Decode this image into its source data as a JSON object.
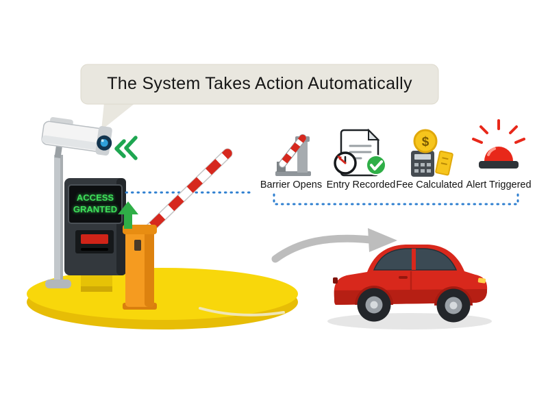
{
  "title": "The System Takes Action Automatically",
  "kiosk": {
    "screen_line1": "ACCESS",
    "screen_line2": "GRANTED"
  },
  "steps": [
    {
      "label": "Barrier Opens",
      "icon": "barrier-opens-icon"
    },
    {
      "label": "Entry Recorded",
      "icon": "entry-recorded-icon"
    },
    {
      "label": "Fee Calculated",
      "icon": "fee-calculated-icon"
    },
    {
      "label": "Alert Triggered",
      "icon": "alert-triggered-icon"
    }
  ],
  "icons": {
    "coin_symbol": "$"
  },
  "colors": {
    "platform_yellow": "#f8d70b",
    "barrier_orange": "#f59b20",
    "stripe_red": "#d6281e",
    "car_red": "#d8281c",
    "signal_green": "#2fae47",
    "dotted_blue": "#2e7fd0",
    "bubble_gray": "#e9e7df",
    "screen_green": "#3ee05a"
  }
}
